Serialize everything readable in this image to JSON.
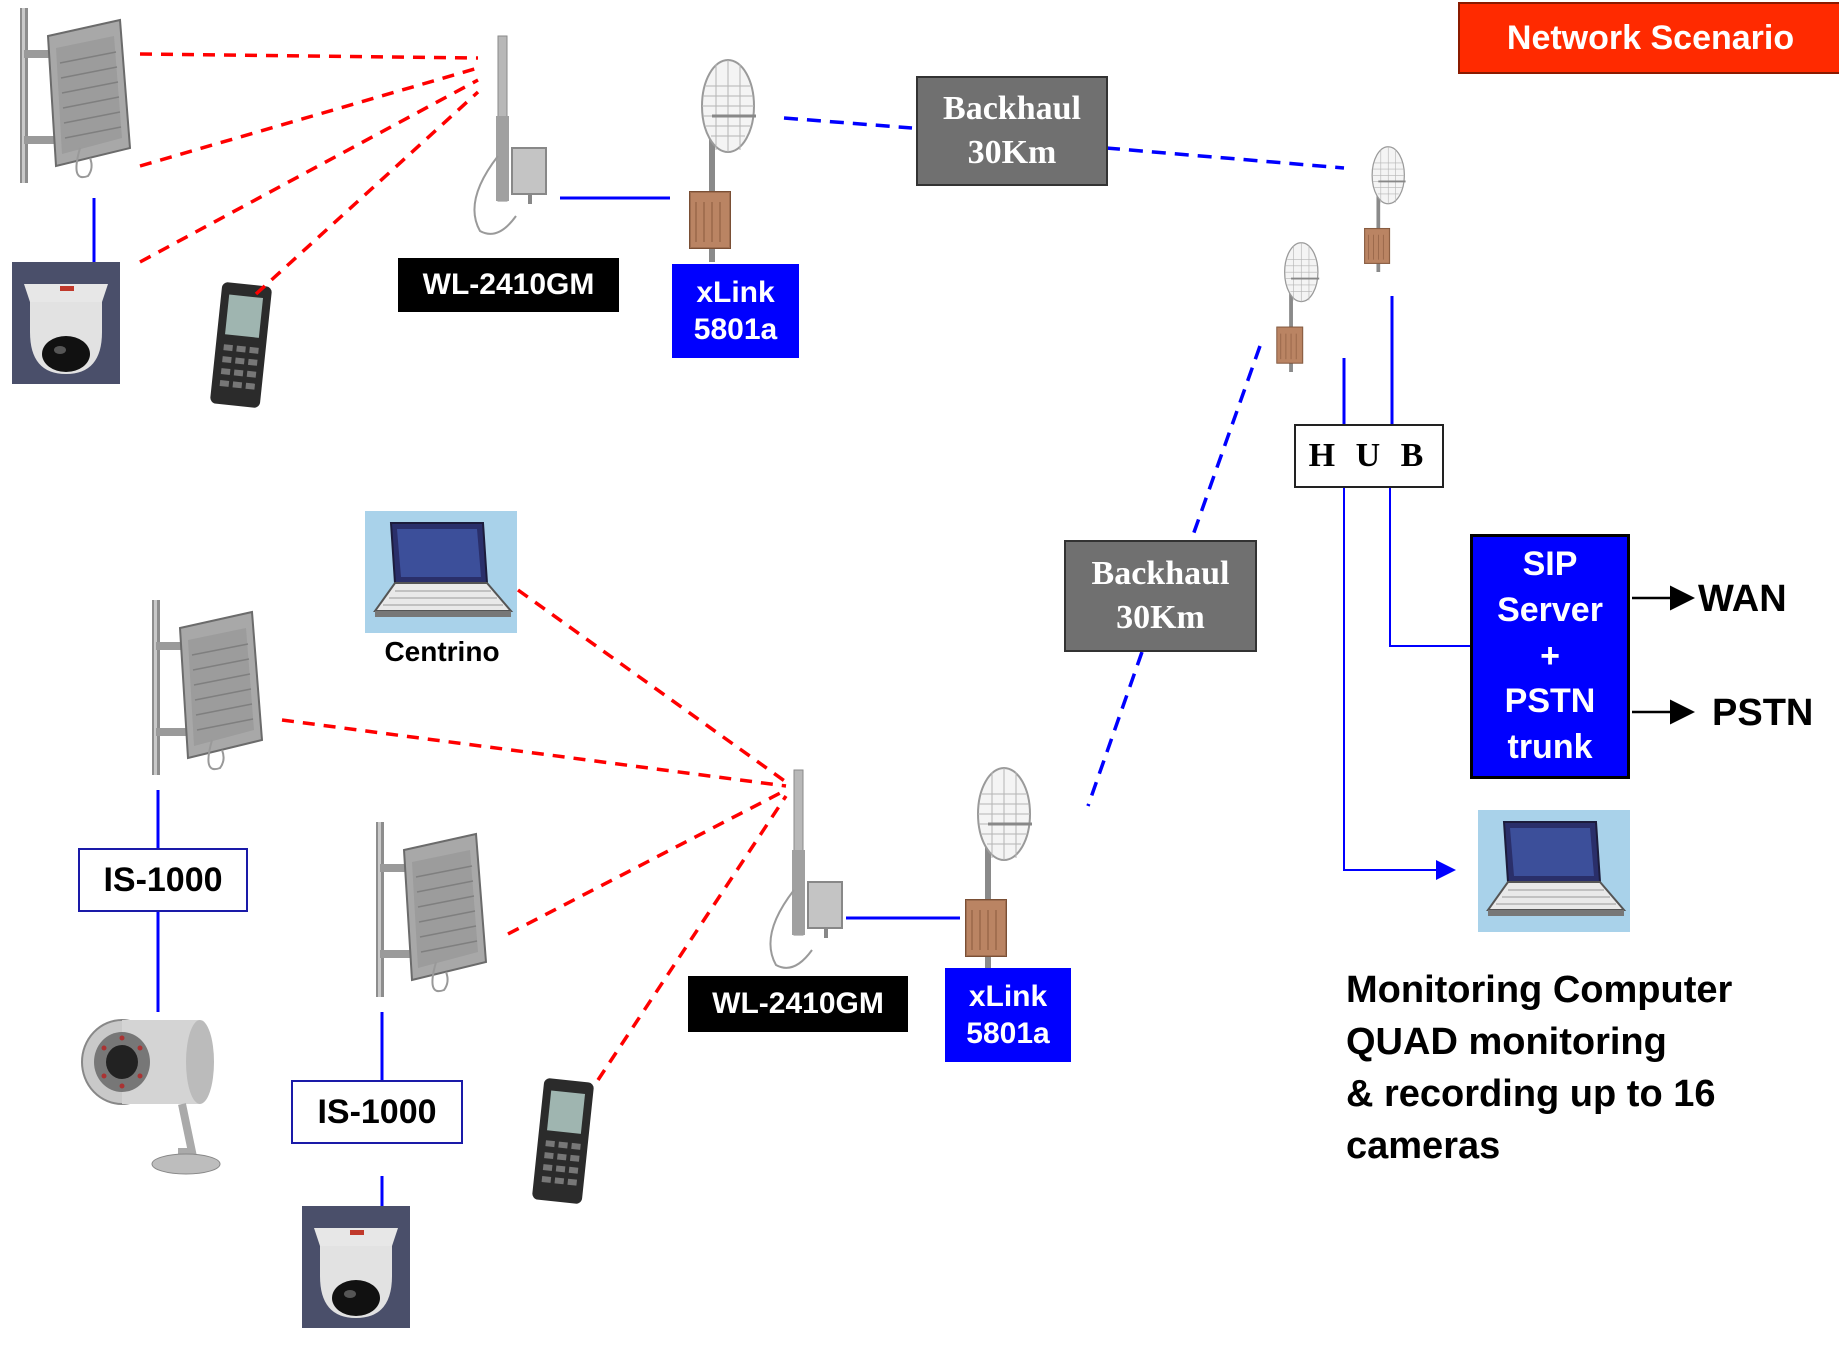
{
  "title": "Network Scenario",
  "devices": {
    "wl_top": "WL-2410GM",
    "wl_bottom": "WL-2410GM",
    "xlink_top": {
      "line1": "xLink",
      "line2": "5801a"
    },
    "xlink_bottom": {
      "line1": "xLink",
      "line2": "5801a"
    },
    "is1000_left": "IS-1000",
    "is1000_mid": "IS-1000",
    "centrino": "Centrino"
  },
  "backhaul_top": {
    "line1": "Backhaul",
    "line2": "30Km"
  },
  "backhaul_mid": {
    "line1": "Backhaul",
    "line2": "30Km"
  },
  "hub": "H U B",
  "sip_server": {
    "line1": "SIP",
    "line2": "Server",
    "line3": "+",
    "line4": "PSTN",
    "line5": "trunk"
  },
  "outputs": {
    "wan": "WAN",
    "pstn": "PSTN"
  },
  "monitoring_caption": [
    "Monitoring Computer",
    "QUAD monitoring",
    "& recording up to 16",
    "cameras"
  ],
  "colors": {
    "wireless_link": "#ff0000",
    "backhaul_link": "#0000ff",
    "wired_link": "#0000ff"
  },
  "icons": [
    "panel-antenna-icon",
    "dome-camera-icon",
    "bullet-camera-icon",
    "wifi-phone-icon",
    "omni-antenna-icon",
    "grid-dish-antenna-icon",
    "laptop-icon",
    "arrow-icon"
  ]
}
